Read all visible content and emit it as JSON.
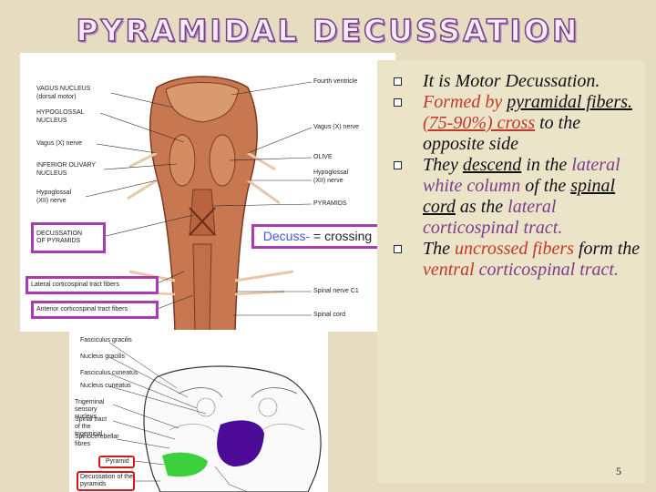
{
  "title": "PYRAMIDAL DECUSSATION",
  "diagram": {
    "left_labels": {
      "vagus_nucleus": "VAGUS NUCLEUS",
      "vagus_nucleus_sub": "(dorsal motor)",
      "hypoglossal_nucleus_1": "HYPOGLOSSAL",
      "hypoglossal_nucleus_2": "NUCLEUS",
      "vagus_nerve": "Vagus (X) nerve",
      "inferior_olivary_1": "INFERIOR OLIVARY",
      "inferior_olivary_2": "NUCLEUS",
      "hypoglossal_nerve_1": "Hypoglossal",
      "hypoglossal_nerve_2": "(XII) nerve",
      "decussation_1": "DECUSSATION",
      "decussation_2": "OF PYRAMIDS",
      "lateral_fibers": "Lateral corticospinal tract fibers",
      "anterior_fibers": "Anterior corticospinal tract fibers"
    },
    "right_labels": {
      "fourth_ventricle": "Fourth ventricle",
      "vagus_nerve_r": "Vagus (X) nerve",
      "olive": "OLIVE",
      "hypoglossal_r_1": "Hypoglossal",
      "hypoglossal_r_2": "(XII) nerve",
      "pyramids": "PYRAMIDS",
      "spinal_nerve": "Spinal nerve C1",
      "spinal_cord": "Spinal cord"
    },
    "callout_prefix": "Decuss-",
    "callout_rest": " = crossing"
  },
  "cross_section": {
    "labels": [
      "Fasciculus gracilis",
      "Nucleus gracilis",
      "Fasciculus cuneatus",
      "Nucleus cuneatus",
      "Trigeminal sensory nucleus",
      "Spinal tract of the trigeminal",
      "Spinocerebellar fibres",
      "Pyramid",
      "Decussation of the pyramids"
    ],
    "colors": {
      "purple_region": "#4b0b96",
      "green_region": "#3cd13c"
    }
  },
  "bullets": {
    "b1": "It is Motor Decussation.",
    "b2_pre": "Formed by ",
    "b2_u1": "pyramidal fibers.",
    "b2_mid": " ",
    "b2_u2": "(75-90%) cross",
    "b2_post": " to the opposite side",
    "b3_pre": "They ",
    "b3_u": "descend",
    "b3_mid": " in the ",
    "b3_purple": "lateral white column",
    "b3_mid2": " of the ",
    "b3_u2": "spinal cord",
    "b3_mid3": " as the ",
    "b3_purple2": "lateral corticospinal tract.",
    "b4_pre": "The ",
    "b4_red": "uncrossed fibers",
    "b4_mid": " form the ",
    "b4_red2": "ventral",
    "b4_mid2": " ",
    "b4_purple": "corticospinal tract."
  },
  "page_number": "5",
  "colors": {
    "background": "#e6dcbf",
    "accent_purple": "#a93cb0",
    "text_red": "#c0392b",
    "highlight_red": "#d21a1a"
  }
}
